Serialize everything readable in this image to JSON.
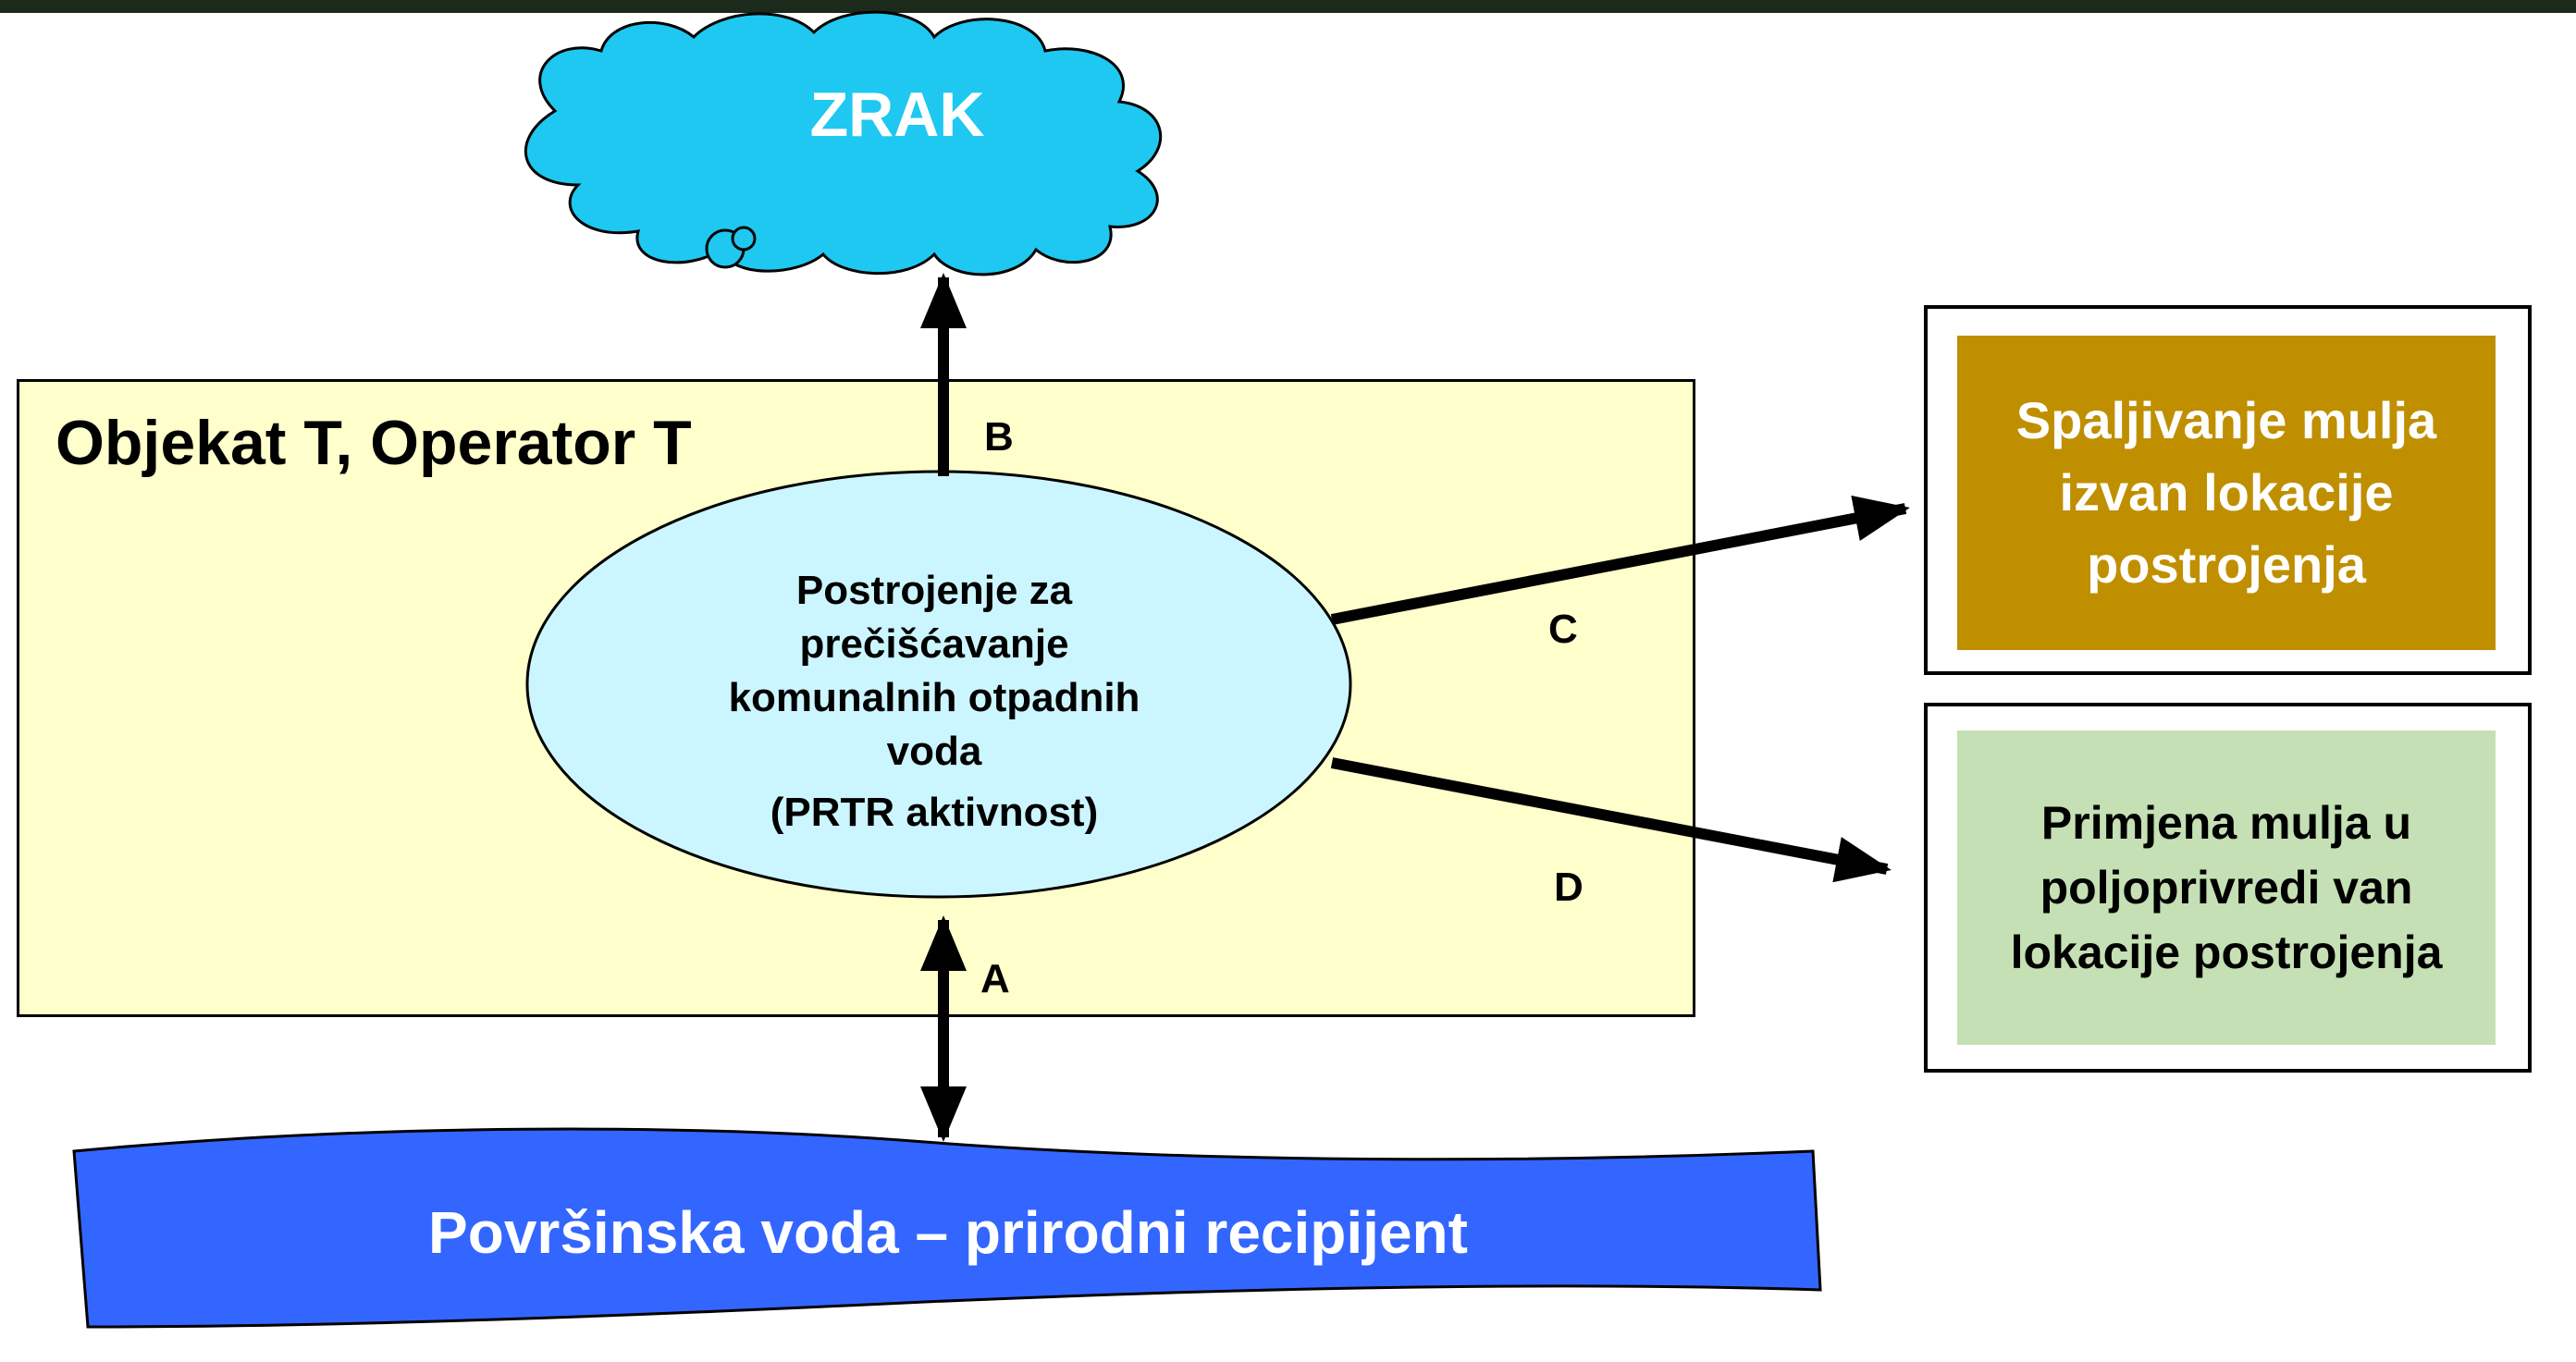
{
  "cloud": {
    "label": "ZRAK"
  },
  "facility": {
    "title": "Objekat T, Operator T"
  },
  "plant": {
    "lines": [
      "Postrojenje za",
      "prečišćavanje",
      "komunalnih otpadnih",
      "voda"
    ],
    "subtitle": "(PRTR aktivnost)"
  },
  "flows": {
    "a": "A",
    "b": "B",
    "c": "C",
    "d": "D"
  },
  "incineration_box": {
    "lines": [
      "Spaljivanje mulja",
      "izvan lokacije",
      "postrojenja"
    ]
  },
  "agriculture_box": {
    "lines": [
      "Primjena mulja u",
      "poljoprivredi van",
      "lokacije postrojenja"
    ]
  },
  "water": {
    "label": "Površinska voda – prirodni recipijent"
  },
  "colors": {
    "cloud": "#1ec8f0",
    "facility": "#ffffcc",
    "plant_ellipse": "#ccf6ff",
    "incineration": "#bf8f00",
    "agriculture": "#c5e0b4",
    "water": "#3366ff"
  }
}
